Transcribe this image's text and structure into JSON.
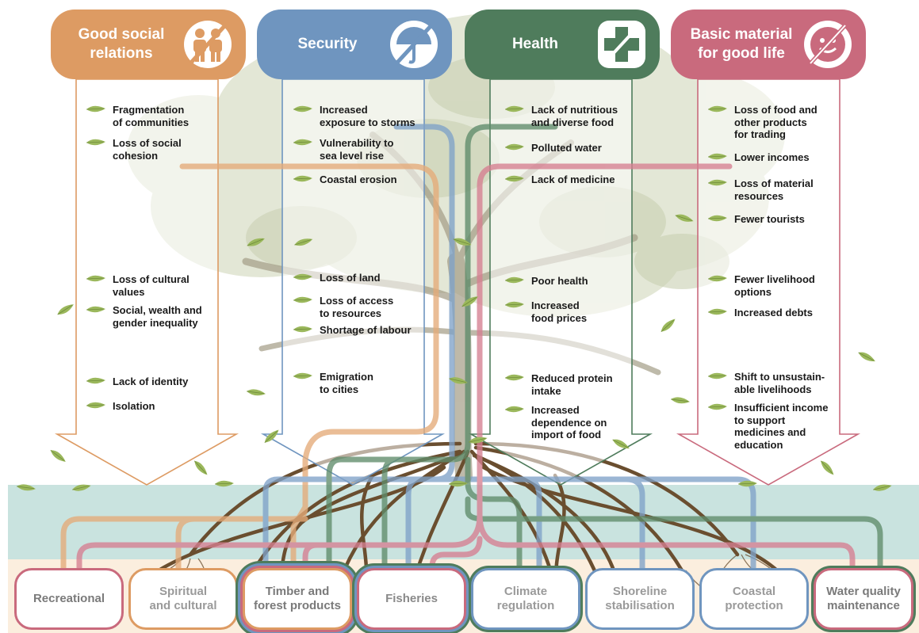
{
  "colors": {
    "social": "#dd9b63",
    "security": "#6f95bf",
    "health": "#4f7c5c",
    "material": "#c96a7d",
    "teal_band": "#c9e3df",
    "sand_band": "#fbeede",
    "root": "#6a4e2f",
    "leaf": "#9bb85c",
    "canopy": "#dfe3cf"
  },
  "headers": [
    {
      "id": "social",
      "title": "Good social\nrelations",
      "icon": "people-icon"
    },
    {
      "id": "security",
      "title": "Security",
      "icon": "umbrella-icon"
    },
    {
      "id": "health",
      "title": "Health",
      "icon": "cross-icon"
    },
    {
      "id": "material",
      "title": "Basic material\nfor good life",
      "icon": "smiley-icon"
    }
  ],
  "impacts": {
    "social": [
      "Fragmentation\nof communities",
      "Loss of social\ncohesion",
      "Loss of cultural\nvalues",
      "Social, wealth and\ngender inequality",
      "Lack of identity",
      "Isolation"
    ],
    "security": [
      "Increased\nexposure to storms",
      "Vulnerability to\nsea level rise",
      "Coastal erosion",
      "Loss of land",
      "Loss of access\nto resources",
      "Shortage of labour",
      "Emigration\nto cities"
    ],
    "health": [
      "Lack of nutritious\nand diverse food",
      "Polluted water",
      "Lack of medicine",
      "Poor health",
      "Increased\nfood prices",
      "Reduced protein\nintake",
      "Increased\ndependence on\nimport of food"
    ],
    "material": [
      "Loss of food and\nother products\nfor trading",
      "Lower incomes",
      "Loss of material\nresources",
      "Fewer tourists",
      "Fewer livelihood\noptions",
      "Increased debts",
      "Shift to unsustain-\nable livelihoods",
      "Insufficient income\nto support\nmedicines and\neducation"
    ]
  },
  "services": [
    "Recreational",
    "Spiritual\nand cultural",
    "Timber and\nforest products",
    "Fisheries",
    "Climate\nregulation",
    "Shoreline\nstabilisation",
    "Coastal\nprotection",
    "Water quality\nmaintenance"
  ]
}
